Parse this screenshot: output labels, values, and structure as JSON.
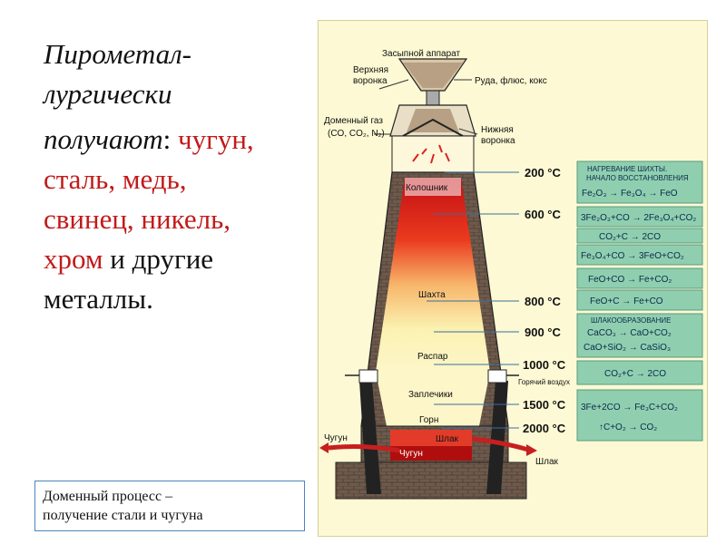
{
  "slide": {
    "heading_line1": "Пирометал-",
    "heading_line2": "лургически",
    "heading_line3": "получают",
    "colon": ":",
    "metal_cast_iron": "чугун,",
    "metal_steel_copper": "сталь, медь,",
    "metal_lead_nickel": "свинец, никель,",
    "metal_chromium": "хром",
    "and_others": " и другие",
    "metals": "металлы.",
    "caption_line1": "Доменный процесс –",
    "caption_line2": "получение стали и чугуна"
  },
  "diagram": {
    "labels": {
      "charging_apparatus": "Засыпной аппарат",
      "upper_cone_1": "Верхняя",
      "upper_cone_2": "воронка",
      "ore_flux_coke": "Руда, флюс, кокс",
      "gas_1": "Доменный газ",
      "gas_2": "(CO, CO₂, N₂)",
      "lower_cone_1": "Нижняя",
      "lower_cone_2": "воронка",
      "hot_air": "Горячий воздух",
      "cast_iron_out": "Чугун",
      "slag_out": "Шлак"
    },
    "zones": {
      "throat": "Колошник",
      "shaft": "Шахта",
      "belly": "Распар",
      "bosh": "Заплечики",
      "hearth": "Горн",
      "slag": "Шлак",
      "iron": "Чугун"
    },
    "temperatures": [
      "200 °C",
      "600 °C",
      "800 °C",
      "900 °C",
      "1000 °C",
      "1500 °C",
      "2000 °C"
    ],
    "reactions": {
      "heating_title_1": "НАГРЕВАНИЕ ШИХТЫ.",
      "heating_title_2": "НАЧАЛО ВОССТАНОВЛЕНИЯ",
      "r1": "Fe₂O₃ → Fe₃O₄ → FeO",
      "r2": "3Fe₂O₃+CO → 2Fe₃O₄+CO₂",
      "r3": "CO₂+C → 2CO",
      "r4": "Fe₃O₄+CO → 3FeO+CO₂",
      "r5": "FeO+CO → Fe+CO₂",
      "r6": "FeO+C → Fe+CO",
      "slag_title": "ШЛАКООБРАЗОВАНИЕ",
      "r7": "CaCO₃ → CaO+CO₂",
      "r8": "CaO+SiO₂ → CaSiO₃",
      "r9": "CO₂+C → 2CO",
      "r10": "3Fe+2CO → Fe₃C+CO₂",
      "r11": "↑C+O₂ → CO₂"
    },
    "colors": {
      "panel_bg": "#fcf9d4",
      "reaction_box": "#8fcfb0",
      "brick": "#6e5a4c",
      "hot_red": "#d41616",
      "warm_yellow": "#fbf3a8",
      "slag": "#e23b2a",
      "iron": "#b00e0e"
    }
  }
}
